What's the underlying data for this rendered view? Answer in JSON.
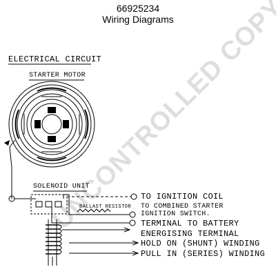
{
  "header": {
    "doc_number": "66925234",
    "title": "Wiring Diagrams"
  },
  "watermark": "UNCONTROLLED COPY",
  "diagram": {
    "section_heading": "ELECTRICAL CIRCUIT",
    "starter_motor_label": "STARTER MOTOR",
    "solenoid_label": "SOLENOID UNIT",
    "ballast_label": "BALLAST RESISTOR",
    "legend": {
      "ignition_coil": "TO IGNITION COIL",
      "starter_switch_line1": "TO COMBINED STARTER",
      "starter_switch_line2": "IGNITION SWITCH.",
      "battery": "TERMINAL TO BATTERY",
      "energising": "ENERGISING TERMINAL",
      "hold_on": "HOLD ON (SHUNT) WINDING",
      "pull_in": "PULL IN (SERIES) WINDING"
    }
  }
}
